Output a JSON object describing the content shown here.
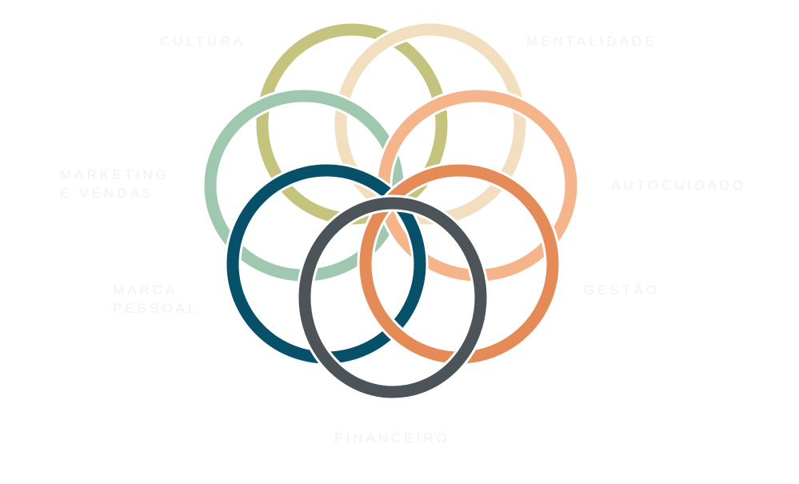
{
  "diagram": {
    "rings": [
      {
        "id": "cultura",
        "color": "#c4c47f"
      },
      {
        "id": "mentalidade",
        "color": "#f2dfc0"
      },
      {
        "id": "marketing",
        "color": "#a0c8b0"
      },
      {
        "id": "autocuidado",
        "color": "#f5b489"
      },
      {
        "id": "marca",
        "color": "#065069"
      },
      {
        "id": "gestao",
        "color": "#e48b58"
      },
      {
        "id": "financeiro",
        "color": "#4d5459"
      }
    ],
    "background": "#ffffff",
    "label_color": "#f1f1f1"
  },
  "labels": {
    "cultura": [
      "CULTURA"
    ],
    "mentalidade": [
      "MENTALIDADE"
    ],
    "marketing": [
      "MARKETING",
      "E VENDAS"
    ],
    "autocuidado": [
      "AUTOCUIDADO"
    ],
    "marca": [
      "MARCA",
      "PESSOAL"
    ],
    "gestao": [
      "GESTÃO"
    ],
    "financeiro": [
      "FINANCEIRO"
    ]
  }
}
